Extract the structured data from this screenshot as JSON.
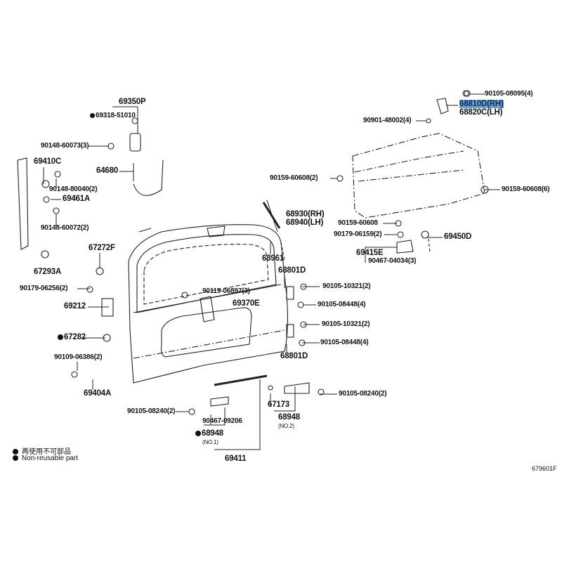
{
  "diagram": {
    "highlight_color": "#4a9be8",
    "labels": [
      {
        "id": "69350P",
        "text": "69350P"
      },
      {
        "id": "69318-51010",
        "text": "69318-51010",
        "non_reusable": true
      },
      {
        "id": "90148-60073",
        "text": "90148-60073(3)"
      },
      {
        "id": "69410C",
        "text": "69410C"
      },
      {
        "id": "64680",
        "text": "64680"
      },
      {
        "id": "90148-80040",
        "text": "90148-80040(2)"
      },
      {
        "id": "69461A",
        "text": "69461A"
      },
      {
        "id": "90148-60072",
        "text": "90148-60072(2)"
      },
      {
        "id": "67293A",
        "text": "67293A"
      },
      {
        "id": "67272F",
        "text": "67272F"
      },
      {
        "id": "68930",
        "text": "68930(RH)"
      },
      {
        "id": "68940",
        "text": "68940(LH)"
      },
      {
        "id": "68961",
        "text": "68961"
      },
      {
        "id": "90179-06256",
        "text": "90179-06256(2)"
      },
      {
        "id": "69212",
        "text": "69212"
      },
      {
        "id": "90119-06897",
        "text": "90119-06897(3)"
      },
      {
        "id": "69370E",
        "text": "69370E"
      },
      {
        "id": "67282",
        "text": "67282",
        "non_reusable": true
      },
      {
        "id": "90109-06386",
        "text": "90109-06386(2)"
      },
      {
        "id": "69404A",
        "text": "69404A"
      },
      {
        "id": "90105-08240-a",
        "text": "90105-08240(2)"
      },
      {
        "id": "90467-09206",
        "text": "90467-09206"
      },
      {
        "id": "68948-1",
        "text": "68948",
        "non_reusable": true
      },
      {
        "id": "68948-1-sub",
        "text": "(NO.1)"
      },
      {
        "id": "69411",
        "text": "69411"
      },
      {
        "id": "90105-08095",
        "text": "90105-08095(4)"
      },
      {
        "id": "68810D",
        "text": "68810D(RH)",
        "selected": true
      },
      {
        "id": "68820C",
        "text": "68820C(LH)"
      },
      {
        "id": "90901-48002",
        "text": "90901-48002(4)"
      },
      {
        "id": "90159-60608-2",
        "text": "90159-60608(2)"
      },
      {
        "id": "90159-60608-6",
        "text": "90159-60608(6)"
      },
      {
        "id": "90159-60608",
        "text": "90159-60608"
      },
      {
        "id": "90179-06159",
        "text": "90179-06159(2)"
      },
      {
        "id": "69450D",
        "text": "69450D"
      },
      {
        "id": "69415E",
        "text": "69415E"
      },
      {
        "id": "90467-04034",
        "text": "90467-04034(3)"
      },
      {
        "id": "68801D-a",
        "text": "68801D"
      },
      {
        "id": "90105-10321-a",
        "text": "90105-10321(2)"
      },
      {
        "id": "90105-08448-a",
        "text": "90105-08448(4)"
      },
      {
        "id": "90105-10321-b",
        "text": "90105-10321(2)"
      },
      {
        "id": "90105-08448-b",
        "text": "90105-08448(4)"
      },
      {
        "id": "68801D-b",
        "text": "68801D"
      },
      {
        "id": "90105-08240-b",
        "text": "90105-08240(2)"
      },
      {
        "id": "67173",
        "text": "67173"
      },
      {
        "id": "68948-2",
        "text": "68948"
      },
      {
        "id": "68948-2-sub",
        "text": "(NO.2)"
      }
    ],
    "legend": {
      "japanese": "再使用不可部品",
      "english": "Non-reusable part"
    },
    "figure_code": "679601F"
  }
}
